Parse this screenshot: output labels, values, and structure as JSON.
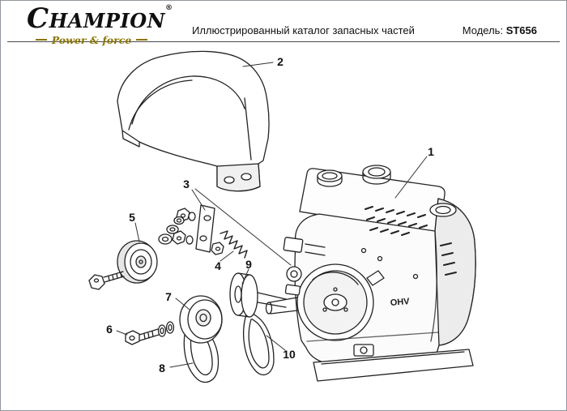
{
  "header": {
    "brand": "Champion",
    "brand_reg": "®",
    "tagline": "Power & force",
    "title": "Иллюстрированный каталог запасных частей",
    "model_label": "Модель:",
    "model_value": "ST656"
  },
  "colors": {
    "brand_gold": "#8a7500",
    "line_art": "#222222",
    "page_border": "#8f969c"
  },
  "diagram": {
    "engine_label": "OHV",
    "callouts": [
      {
        "num": "1"
      },
      {
        "num": "2"
      },
      {
        "num": "3"
      },
      {
        "num": "4"
      },
      {
        "num": "5"
      },
      {
        "num": "6"
      },
      {
        "num": "7"
      },
      {
        "num": "8"
      },
      {
        "num": "9"
      },
      {
        "num": "10"
      }
    ]
  }
}
